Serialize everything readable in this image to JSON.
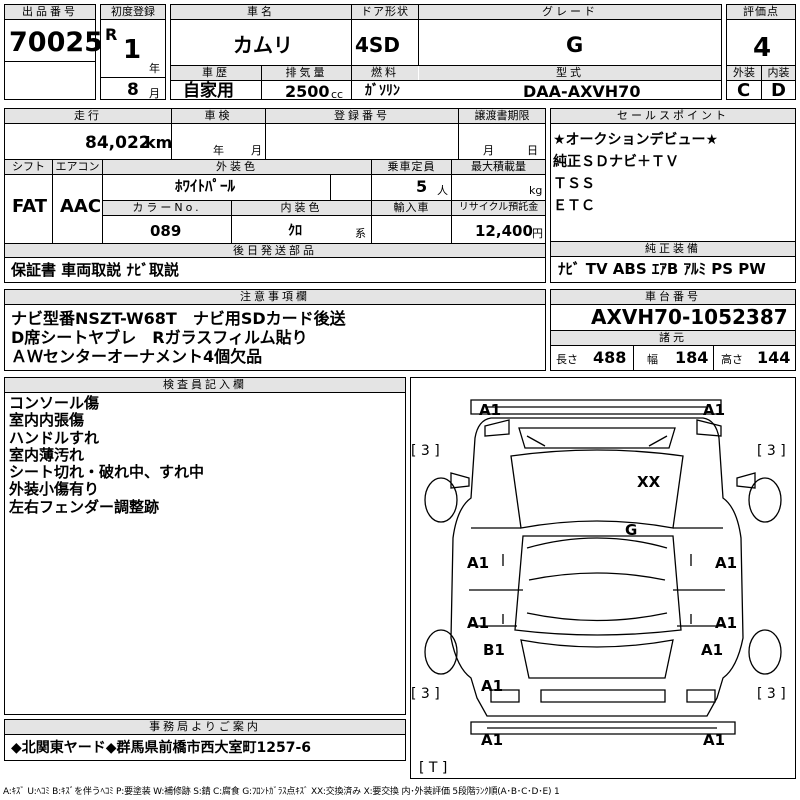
{
  "header": {
    "lot_label": "出品番号",
    "lot_no": "70025",
    "first_reg_label": "初度登録",
    "era": "R",
    "reg_year": "1",
    "year_unit": "年",
    "reg_month": "8",
    "month_unit": "月",
    "car_name_label": "車名",
    "car_name": "カムリ",
    "history_label": "車歴",
    "history": "自家用",
    "displacement_label": "排気量",
    "displacement": "2500",
    "cc": "cc",
    "door_label": "ドア形状",
    "door": "4SD",
    "fuel_label": "燃料",
    "fuel": "ｶﾞｿﾘﾝ",
    "grade_label": "グレード",
    "grade": "G",
    "model_label": "型式",
    "model": "DAA-AXVH70",
    "score_label": "評価点",
    "score": "4",
    "ext_label": "外装",
    "ext": "C",
    "int_label": "内装",
    "int": "D"
  },
  "row2": {
    "mileage_label": "走行",
    "mileage": "84,022",
    "km": "km",
    "inspection_label": "車検",
    "year_unit": "年",
    "month_unit": "月",
    "plate_label": "登録番号",
    "transfer_label": "譲渡書期限",
    "month_unit2": "月",
    "day_unit": "日",
    "shift_label": "シフト",
    "shift": "FAT",
    "ac_label": "エアコン",
    "ac": "AAC",
    "color_label": "外装色",
    "color": "ﾎﾜｲﾄﾊﾟｰﾙ",
    "capacity_label": "乗車定員",
    "capacity": "5",
    "person_unit": "人",
    "load_label": "最大積載量",
    "kg": "kg",
    "color_no_label": "カラーNo.",
    "color_no": "089",
    "interior_color_label": "内装色",
    "interior_color": "ｸﾛ",
    "kei": "系",
    "import_label": "輸入車",
    "recycle_label": "リサイクル預託金",
    "recycle": "12,400",
    "yen": "円"
  },
  "sales_points": {
    "label": "セールスポイント",
    "lines": [
      "★オークションデビュー★",
      "純正ＳＤナビ＋ＴＶ",
      "ＴＳＳ",
      "ＥＴＣ"
    ]
  },
  "later_parts": {
    "label": "後日発送部品",
    "text": "保証書 車両取説 ﾅﾋﾞ取説"
  },
  "equipment": {
    "label": "純正装備",
    "text": "ﾅﾋﾞ TV ABS ｴｱB ｱﾙﾐ PS PW"
  },
  "notes": {
    "label": "注意事項欄",
    "lines": [
      "ナビ型番NSZT-W68T　ナビ用SDカード後送",
      "D席シートヤブレ　Rガラスフィルム貼り",
      "ＡＷセンターオーナメント4個欠品"
    ]
  },
  "chassis": {
    "label": "車台番号",
    "number": "AXVH70-1052387",
    "dims_label": "諸元",
    "length_label": "長さ",
    "length": "488",
    "width_label": "幅",
    "width": "184",
    "height_label": "高さ",
    "height": "144"
  },
  "inspector": {
    "label": "検査員記入欄",
    "lines": [
      "コンソール傷",
      "室内内張傷",
      "ハンドルすれ",
      "室内薄汚れ",
      "シート切れ・破れ中、すれ中",
      "外装小傷有り",
      "左右フェンダー調整跡"
    ]
  },
  "office": {
    "label": "事務局よりご案内",
    "text": "◆北関東ヤード◆群馬県前橋市西大室町1257-6"
  },
  "diagram": {
    "marks": {
      "fl_bumper": "A1",
      "fr_bumper": "A1",
      "hood": "XX",
      "roof": "G",
      "l_front_door": "A1",
      "r_front_door": "A1",
      "l_rear_door": "A1",
      "r_rear_door": "A1",
      "l_rear_fender": "B1",
      "r_rear_fender": "A1",
      "l_rear_quarter": "A1",
      "rl_bumper": "A1",
      "rr_bumper": "A1"
    },
    "tires": {
      "fl": "[ 3 ]",
      "fr": "[ 3 ]",
      "rl": "[ 3 ]",
      "rr": "[ 3 ]",
      "spare": "[ T ]"
    }
  },
  "legend": "A:ｷｽﾞ U:ﾍｺﾐ B:ｷｽﾞを伴うﾍｺﾐ P:要塗装 W:補修跡 S:錆 C:腐食 G:ﾌﾛﾝﾄｶﾞﾗｽ点ｷｽﾞ XX:交換済み X:要交換 内･外装評価 5段階ﾗﾝｸ順(A･B･C･D･E) 1"
}
